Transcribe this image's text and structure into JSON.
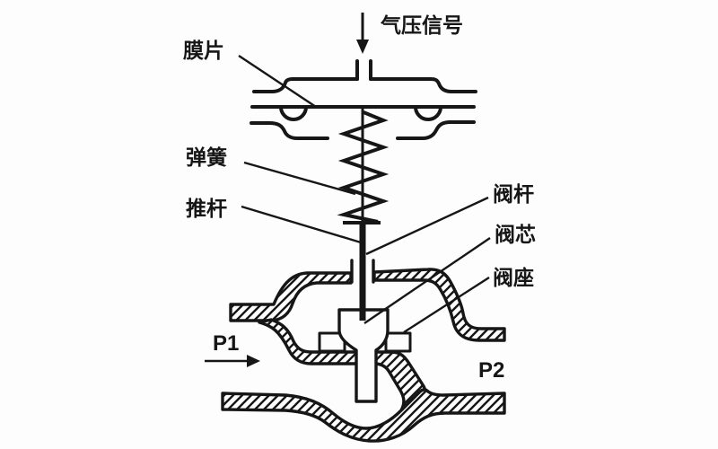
{
  "diagram": {
    "type": "pneumatic-diaphragm-control-valve-cross-section",
    "labels": {
      "signal": "气压信号",
      "diaphragm": "膜片",
      "spring": "弹簧",
      "push_rod": "推杆",
      "valve_stem": "阀杆",
      "valve_core": "阀芯",
      "valve_seat": "阀座",
      "p1": "P1",
      "p2": "P2"
    },
    "icons": {
      "signal_arrow": "arrow-down",
      "flow_arrow": "arrow-right"
    },
    "colors": {
      "line": "#161616",
      "background": "#fdfdfd",
      "fill_white": "#fdfdfd"
    }
  }
}
